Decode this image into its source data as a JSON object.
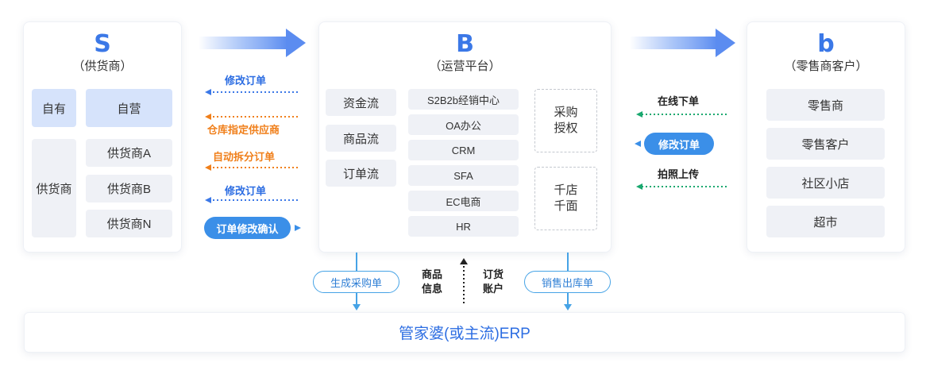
{
  "supplier": {
    "letter": "S",
    "title": "（供货商）",
    "self_label": "自有",
    "self_item": "自营",
    "supplier_label": "供货商",
    "supplier_items": [
      "供货商A",
      "供货商B",
      "供货商N"
    ]
  },
  "platform": {
    "letter": "B",
    "title": "（运营平台）",
    "flows": [
      "资金流",
      "商品流",
      "订单流"
    ],
    "systems": [
      "S2B2b经销中心",
      "OA办公",
      "CRM",
      "SFA",
      "EC电商",
      "HR"
    ],
    "procurement": "采购\n授权",
    "personalization": "千店\n千面"
  },
  "retail": {
    "letter": "b",
    "title": "（零售商客户）",
    "items": [
      "零售商",
      "零售客户",
      "社区小店",
      "超市"
    ]
  },
  "left_flows": {
    "modify_order_1": "修改订单",
    "warehouse_supplier": "仓库指定供应商",
    "auto_split": "自动拆分订单",
    "modify_order_2": "修改订单",
    "confirm_modify": "订单修改确认"
  },
  "right_flows": {
    "online_order": "在线下单",
    "modify_order": "修改订单",
    "photo_upload": "拍照上传"
  },
  "bottom_flows": {
    "generate_po": "生成采购单",
    "product_info": "商品\n信息",
    "order_account": "订货\n账户",
    "sales_outbound": "销售出库单"
  },
  "erp": "管家婆(或主流)ERP",
  "colors": {
    "primary_blue": "#3b78e7",
    "orange": "#f07f1a",
    "green_dots": "#1aa86f",
    "light_blue_box": "#d6e3fb",
    "gray_box": "#eff1f6"
  }
}
